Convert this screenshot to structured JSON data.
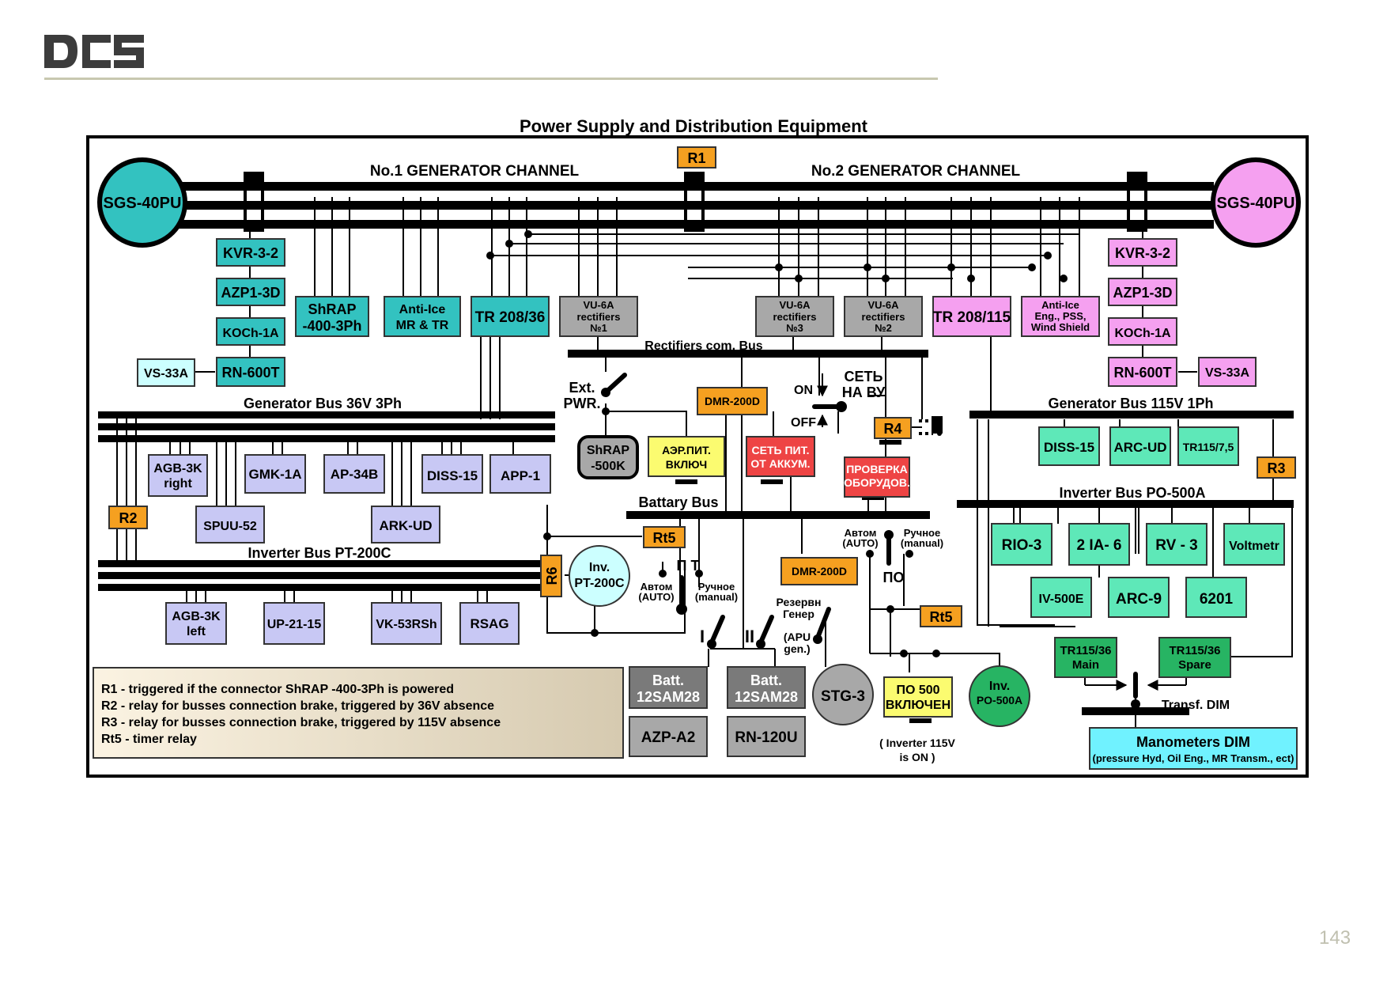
{
  "logo": "DCS",
  "page_number": "143",
  "title": "Power Supply and Distribution Equipment",
  "channels": {
    "ch1": "No.1 GENERATOR CHANNEL",
    "ch2": "No.2 GENERATOR CHANNEL"
  },
  "relays": {
    "r1": "R1",
    "r2": "R2",
    "r3": "R3",
    "r4": "R4",
    "r5": "Rt5",
    "r5b": "Rt5",
    "r6": "R6"
  },
  "left_chain": {
    "gen": "SGS-40PU",
    "kvr": "KVR-3-2",
    "azp": "AZP1-3D",
    "koch": "KOCh-1A",
    "rn": "RN-600T",
    "vs": "VS-33A"
  },
  "right_chain": {
    "gen": "SGS-40PU",
    "kvr": "KVR-3-2",
    "azp": "AZP1-3D",
    "koch": "KOCh-1A",
    "rn": "RN-600T",
    "vs": "VS-33A"
  },
  "top_units": {
    "shrap": [
      "ShRAP",
      "-400-3Ph"
    ],
    "antiice1": [
      "Anti-Ice",
      "MR & TR"
    ],
    "tr208_36": "TR 208/36",
    "vu1": [
      "VU-6A",
      "rectifiers",
      "№1"
    ],
    "vu3": [
      "VU-6A",
      "rectifiers",
      "№3"
    ],
    "vu2": [
      "VU-6A",
      "rectifiers",
      "№2"
    ],
    "tr208_115": "TR 208/115",
    "antiice2": [
      "Anti-Ice",
      "Eng., PSS,",
      "Wind Shield"
    ]
  },
  "buses": {
    "rectifiers": "Rectifiers com. Bus",
    "gen36": "Generator Bus 36V 3Ph",
    "gen115": "Generator Bus 115V 1Ph",
    "battery": "Battary Bus",
    "inv_pt": "Inverter Bus PT-200C",
    "inv_po": "Inverter Bus PO-500A"
  },
  "bus36_units": {
    "agb_right": [
      "AGB-3K",
      "right"
    ],
    "gmk": "GMK-1A",
    "ap34": "AP-34B",
    "diss": "DISS-15",
    "app": "APP-1",
    "spuu": "SPUU-52",
    "arkud": "ARK-UD"
  },
  "ptbus_units": {
    "agb_left": [
      "AGB-3K",
      "left"
    ],
    "up21": "UP-21-15",
    "vk53": "VK-53RSh",
    "rsag": "RSAG",
    "inv_pt": [
      "Inv.",
      "PT-200C"
    ]
  },
  "bus115_units": {
    "diss": "DISS-15",
    "arcud": "ARC-UD",
    "tr115": "TR115/7,5"
  },
  "pobus_units": {
    "rio": "RIO-3",
    "ia6": "2 IA- 6",
    "rv3": "RV - 3",
    "volt": "Voltmetr",
    "iv500": "IV-500E",
    "arc9": "ARC-9",
    "n6201": "6201"
  },
  "center": {
    "ext_pwr": [
      "Ext.",
      "PWR."
    ],
    "shrap500": [
      "ShRAP",
      "-500K"
    ],
    "dmr1": "DMR-200D",
    "dmr2": "DMR-200D",
    "aer_pit": [
      "АЭР.ПИТ.",
      "ВКЛЮЧ"
    ],
    "set_akk": [
      "СЕТЬ ПИТ.",
      "ОТ АККУМ."
    ],
    "proverka": [
      "ПРОВЕРКА",
      "ОБОРУДОВ."
    ],
    "on": "ON",
    "off": "OFF",
    "set_vu": [
      "СЕТЬ",
      "НА ВУ"
    ],
    "pt": "П Т",
    "avtom1": [
      "Автом",
      "(AUTO)"
    ],
    "ruch1": [
      "Ручное",
      "(manual)"
    ],
    "avtom2": [
      "Автом",
      "(AUTO)"
    ],
    "ruch2": [
      "Ручное",
      "(manual)"
    ],
    "po": "ПО",
    "rezerv": [
      "Резервн",
      "Генер"
    ],
    "apu": [
      "(APU",
      "gen.)"
    ],
    "sw1": "I",
    "sw2": "II",
    "batt1": [
      "Batt.",
      "12SAM28"
    ],
    "batt2": [
      "Batt.",
      "12SAM28"
    ],
    "azp_a2": "AZP-A2",
    "rn120": "RN-120U",
    "stg3": "STG-3",
    "po500_vkl": [
      "ПО 500",
      "ВКЛЮЧЕН"
    ],
    "inv115": [
      "( Inverter 115V",
      "is ON )"
    ],
    "inv_po": [
      "Inv.",
      "PO-500A"
    ]
  },
  "right_lower": {
    "tr_main": [
      "TR115/36",
      "Main"
    ],
    "tr_spare": [
      "TR115/36",
      "Spare"
    ],
    "transf": "Transf. DIM",
    "mano": [
      "Manometers DIM",
      "(pressure Hyd, Oil Eng., MR Transm., ect)"
    ]
  },
  "legend": [
    "R1 - triggered if the connector ShRAP -400-3Ph is powered",
    "R2 - relay for busses connection brake, triggered by 36V absence",
    "R3 - relay for busses connection brake, triggered by  115V absence",
    "Rt5 - timer relay"
  ],
  "colors": {
    "teal": "#33c2c0",
    "pink": "#f5a0f0",
    "gray": "#a8a8a8",
    "lavender": "#c8c8f4",
    "green_light": "#5ee8b8",
    "green_dark": "#27b463",
    "orange": "#f5a020",
    "yellow": "#fbfb70",
    "red": "#ee4444",
    "cyan": "#70f2ff",
    "lightcyan": "#ccffff"
  }
}
